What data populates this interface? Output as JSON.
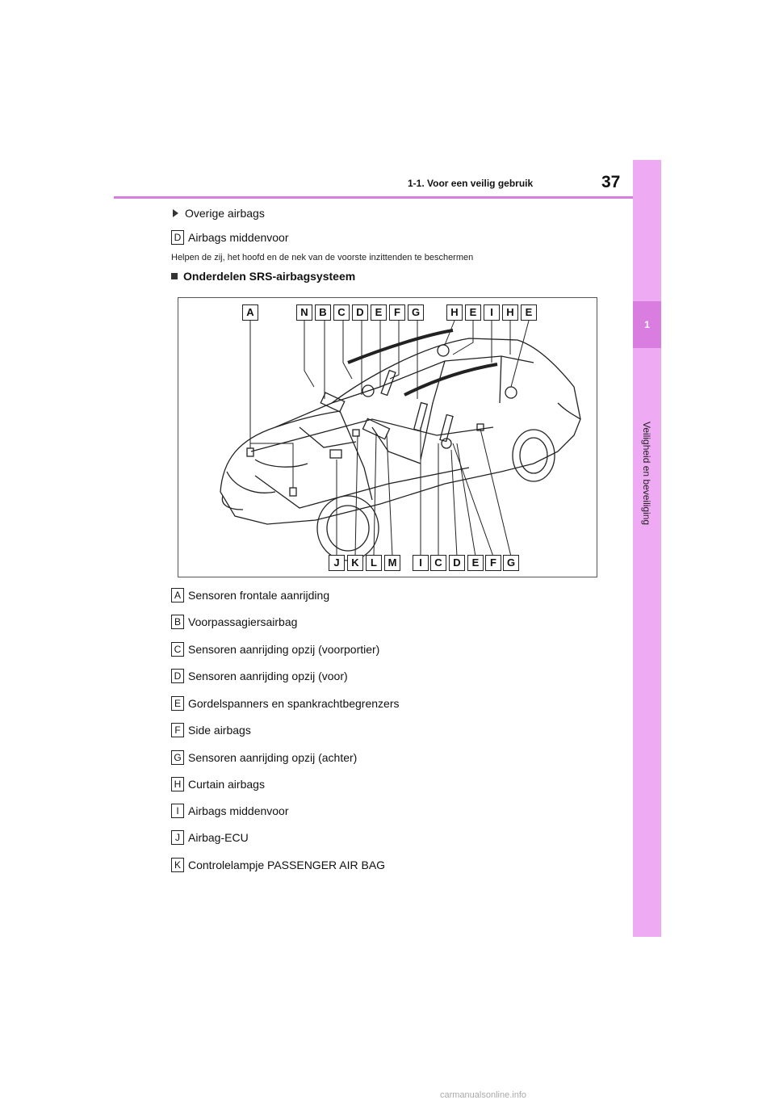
{
  "header": {
    "section_title": "1-1. Voor een veilig gebruik",
    "page_number": "37"
  },
  "side_tab": {
    "chapter_number": "1",
    "chapter_title": "Veiligheid en beveiliging"
  },
  "intro": {
    "bullet": "Overige airbags",
    "item_letter": "D",
    "item_text": "Airbags middenvoor",
    "note": "Helpen de zij, het hoofd en de nek van de voorste inzittenden te beschermen"
  },
  "heading": "Onderdelen SRS-airbagsysteem",
  "diagram": {
    "top_labels": [
      "A",
      "N",
      "B",
      "C",
      "D",
      "E",
      "F",
      "G",
      "H",
      "E",
      "I",
      "H",
      "E"
    ],
    "bottom_labels": [
      "J",
      "K",
      "L",
      "M",
      "I",
      "C",
      "D",
      "E",
      "F",
      "G"
    ]
  },
  "legend": [
    {
      "letter": "A",
      "text": "Sensoren frontale aanrijding"
    },
    {
      "letter": "B",
      "text": "Voorpassagiersairbag"
    },
    {
      "letter": "C",
      "text": "Sensoren aanrijding opzij (voorportier)"
    },
    {
      "letter": "D",
      "text": "Sensoren aanrijding opzij (voor)"
    },
    {
      "letter": "E",
      "text": "Gordelspanners en spankrachtbegrenzers"
    },
    {
      "letter": "F",
      "text": "Side airbags"
    },
    {
      "letter": "G",
      "text": "Sensoren aanrijding opzij (achter)"
    },
    {
      "letter": "H",
      "text": "Curtain airbags"
    },
    {
      "letter": "I",
      "text": "Airbags middenvoor"
    },
    {
      "letter": "J",
      "text": "Airbag-ECU"
    },
    {
      "letter": "K",
      "text": "Controlelampje PASSENGER AIR BAG"
    }
  ],
  "footer": "carmanualsonline.info"
}
